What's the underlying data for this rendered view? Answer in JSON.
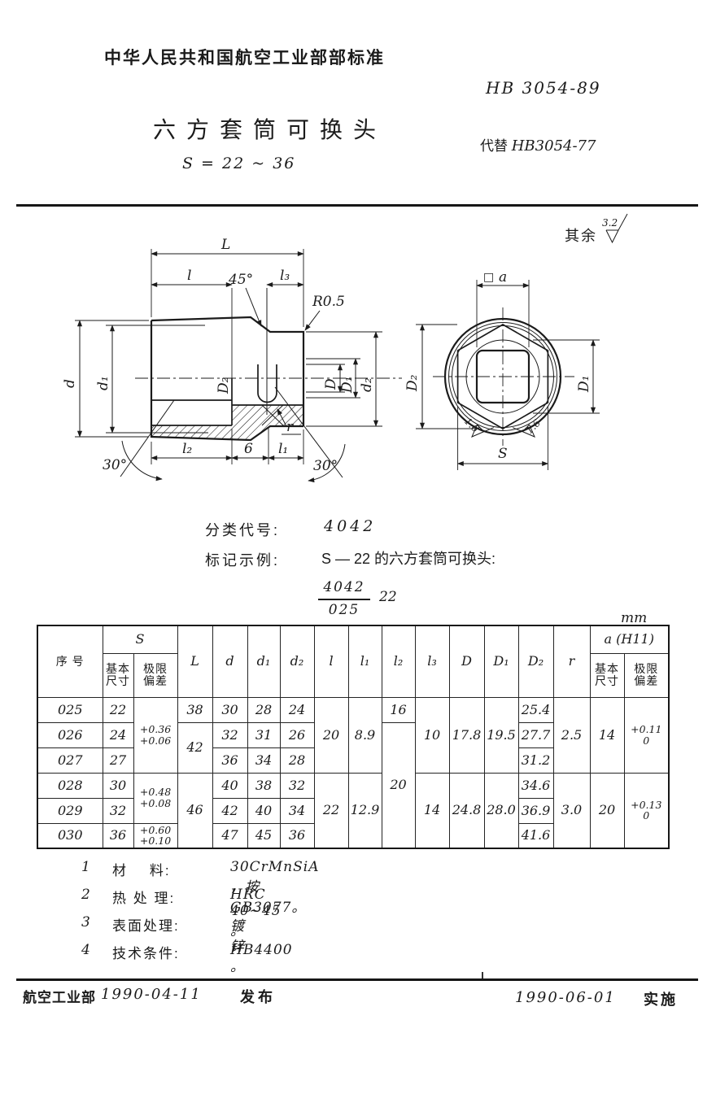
{
  "header": {
    "org": "中华人民共和国航空工业部部标准",
    "std_no": "HB 3054-89",
    "title": "六方套筒可换头",
    "range": "S = 22 ~ 36",
    "replaces_label": "代替",
    "replaces_value": "HB3054-77"
  },
  "surface": {
    "prefix": "其余",
    "value": "3.2"
  },
  "classification": {
    "label": "分类代号:",
    "value": "4042"
  },
  "marking": {
    "label": "标记示例:",
    "text": "S — 22 的六方套筒可换头:",
    "frac_top": "4042",
    "frac_bottom": "025",
    "size": "22"
  },
  "drawing": {
    "side": {
      "L": "L",
      "l": "l",
      "a45": "45°",
      "l3": "l₃",
      "r05": "R0.5",
      "d": "d",
      "d1": "d₁",
      "D2": "D₂",
      "D": "D",
      "D1": "D₁",
      "d2": "d₂",
      "deg30_left": "30°",
      "l2": "l₂",
      "six": "6",
      "l1": "l₁",
      "r": "r",
      "deg30_right": "30°"
    },
    "end": {
      "square": "□",
      "a": "a",
      "D2": "D₂",
      "D1": "D₁",
      "S": "S",
      "rough_left": "1.6",
      "rough_right": "1.6"
    }
  },
  "table": {
    "unit": "mm",
    "headers": {
      "no": "序 号",
      "s": "S",
      "basic": "基本\n尺寸",
      "dev": "极限\n偏差",
      "L": "L",
      "d": "d",
      "d1": "d₁",
      "d2": "d₂",
      "l": "l",
      "l1": "l₁",
      "l2": "l₂",
      "l3": "l₃",
      "D": "D",
      "D1": "D₁",
      "D2": "D₂",
      "r": "r",
      "a": "a (H11)"
    },
    "rows": [
      {
        "no": "025",
        "s": "22",
        "s_tol": "+0.36\n+0.06",
        "L": "38",
        "d": "30",
        "d1": "28",
        "d2": "24",
        "l": "20",
        "l1": "8.9",
        "l2": "16",
        "l3": "10",
        "D": "17.8",
        "D1": "19.5",
        "D2": "25.4",
        "r": "2.5",
        "a": "14",
        "a_tol": "+0.11\n0"
      },
      {
        "no": "026",
        "s": "24",
        "L": "42",
        "d": "32",
        "d1": "31",
        "d2": "26",
        "l2": "20",
        "D2": "27.7"
      },
      {
        "no": "027",
        "s": "27",
        "d": "36",
        "d1": "34",
        "d2": "28",
        "D2": "31.2"
      },
      {
        "no": "028",
        "s": "30",
        "s_tol": "+0.48\n+0.08",
        "L": "46",
        "d": "40",
        "d1": "38",
        "d2": "32",
        "l": "22",
        "l1": "12.9",
        "l3": "14",
        "D": "24.8",
        "D1": "28.0",
        "D2": "34.6",
        "r": "3.0",
        "a": "20",
        "a_tol": "+0.13\n0"
      },
      {
        "no": "029",
        "s": "32",
        "d": "42",
        "d1": "40",
        "d2": "34",
        "D2": "36.9"
      },
      {
        "no": "030",
        "s": "36",
        "s_tol": "+0.60\n+0.10",
        "d": "47",
        "d1": "45",
        "d2": "36",
        "D2": "41.6"
      }
    ]
  },
  "notes": [
    {
      "no": "1",
      "label": "材    料:",
      "value": "30CrMnSiA ，按GB3077。"
    },
    {
      "no": "2",
      "label": "热 处 理:",
      "value": "HRC 40~45 。"
    },
    {
      "no": "3",
      "label": "表面处理:",
      "value": "镀  锌 。"
    },
    {
      "no": "4",
      "label": "技术条件:",
      "value": "HB4400"
    }
  ],
  "footer": {
    "dept": "航空工业部",
    "pub_date": "1990-04-11",
    "pub": "发布",
    "impl_date": "1990-06-01",
    "impl": "实施"
  }
}
